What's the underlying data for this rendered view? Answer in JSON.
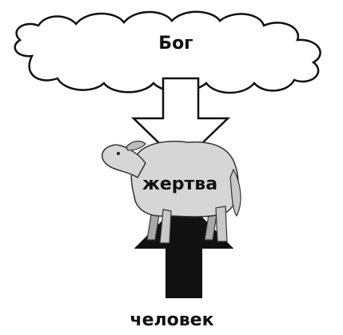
{
  "labels": {
    "god": "Бог",
    "sacrifice": "жертва",
    "human": "человек"
  },
  "colors": {
    "outline": "#111111",
    "cloud_fill": "#ffffff",
    "down_arrow_fill": "#ffffff",
    "up_arrow_fill": "#111111",
    "lamb_fill": "#d6d6d6",
    "lamb_shade": "#a8a8a8"
  }
}
